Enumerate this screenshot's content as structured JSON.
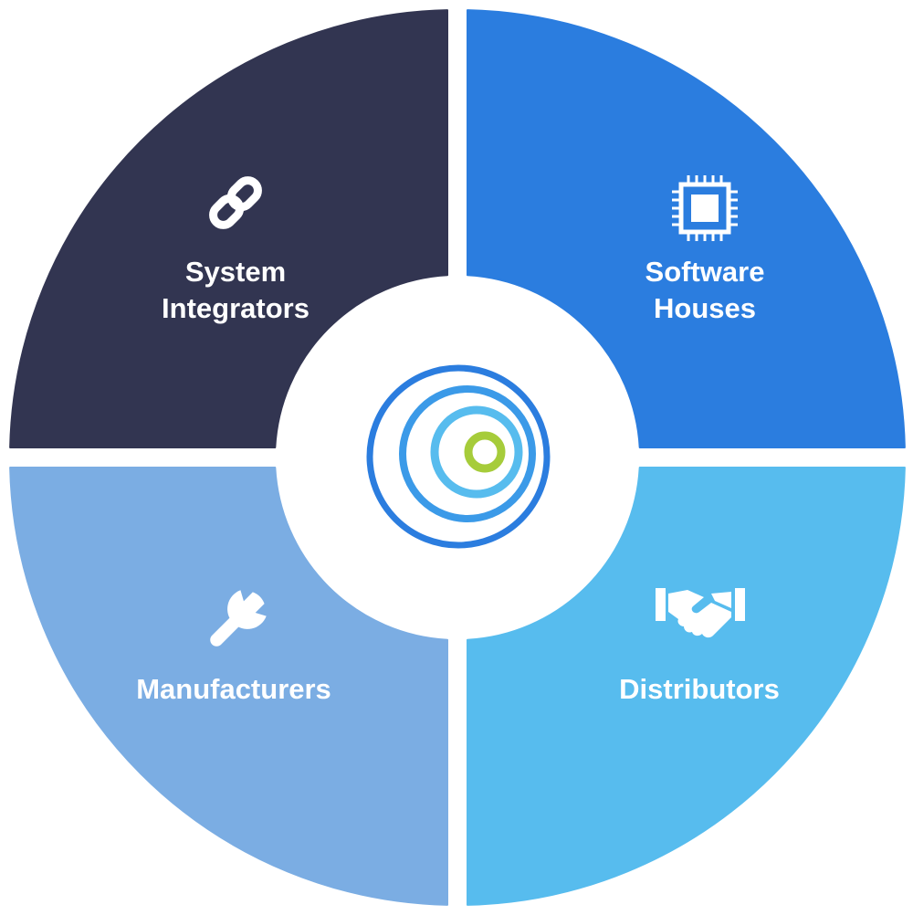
{
  "segments": [
    {
      "id": "system-integrators",
      "lines": [
        "System",
        "Integrators"
      ],
      "icon": "link-icon",
      "color": "#323551"
    },
    {
      "id": "software-houses",
      "lines": [
        "Software",
        "Houses"
      ],
      "icon": "chip-icon",
      "color": "#2b7ddf"
    },
    {
      "id": "manufacturers",
      "lines": [
        "Manufacturers"
      ],
      "icon": "wrench-icon",
      "color": "#7badE3"
    },
    {
      "id": "distributors",
      "lines": [
        "Distributors"
      ],
      "icon": "handshake-icon",
      "color": "#57bcee"
    }
  ],
  "center": {
    "icon": "target-rings-icon",
    "ring_colors": [
      "#2b7ddf",
      "#3b9ae8",
      "#57bcee",
      "#a6cc3a"
    ]
  },
  "colors": {
    "background": "#ffffff",
    "label": "#ffffff"
  }
}
